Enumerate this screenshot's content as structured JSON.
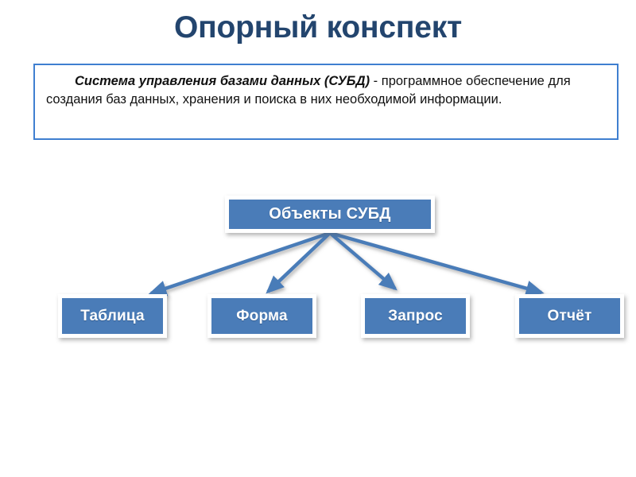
{
  "slide": {
    "title": "Опорный конспект",
    "background_color": "#ffffff",
    "title_color": "#23456e"
  },
  "definition": {
    "term": "Система управления базами данных (СУБД)",
    "body": " - программное обеспечение для создания баз данных, хранения и поиска в них необходимой информации.",
    "border_color": "#3f7fd0"
  },
  "diagram": {
    "node_fill": "#4a7cb8",
    "node_text_color": "#ffffff",
    "arrow_color": "#4a7cb8",
    "root": {
      "label": "Объекты СУБД"
    },
    "leaves": [
      {
        "label": "Таблица"
      },
      {
        "label": "Форма"
      },
      {
        "label": "Запрос"
      },
      {
        "label": "Отчёт"
      }
    ]
  },
  "chart_data": {
    "type": "diagram",
    "title": "Объекты СУБД",
    "nodes": [
      {
        "id": "root",
        "label": "Объекты СУБД",
        "level": 0
      },
      {
        "id": "table",
        "label": "Таблица",
        "level": 1
      },
      {
        "id": "form",
        "label": "Форма",
        "level": 1
      },
      {
        "id": "query",
        "label": "Запрос",
        "level": 1
      },
      {
        "id": "report",
        "label": "Отчёт",
        "level": 1
      }
    ],
    "edges": [
      {
        "from": "root",
        "to": "table"
      },
      {
        "from": "root",
        "to": "form"
      },
      {
        "from": "root",
        "to": "query"
      },
      {
        "from": "root",
        "to": "report"
      }
    ]
  }
}
